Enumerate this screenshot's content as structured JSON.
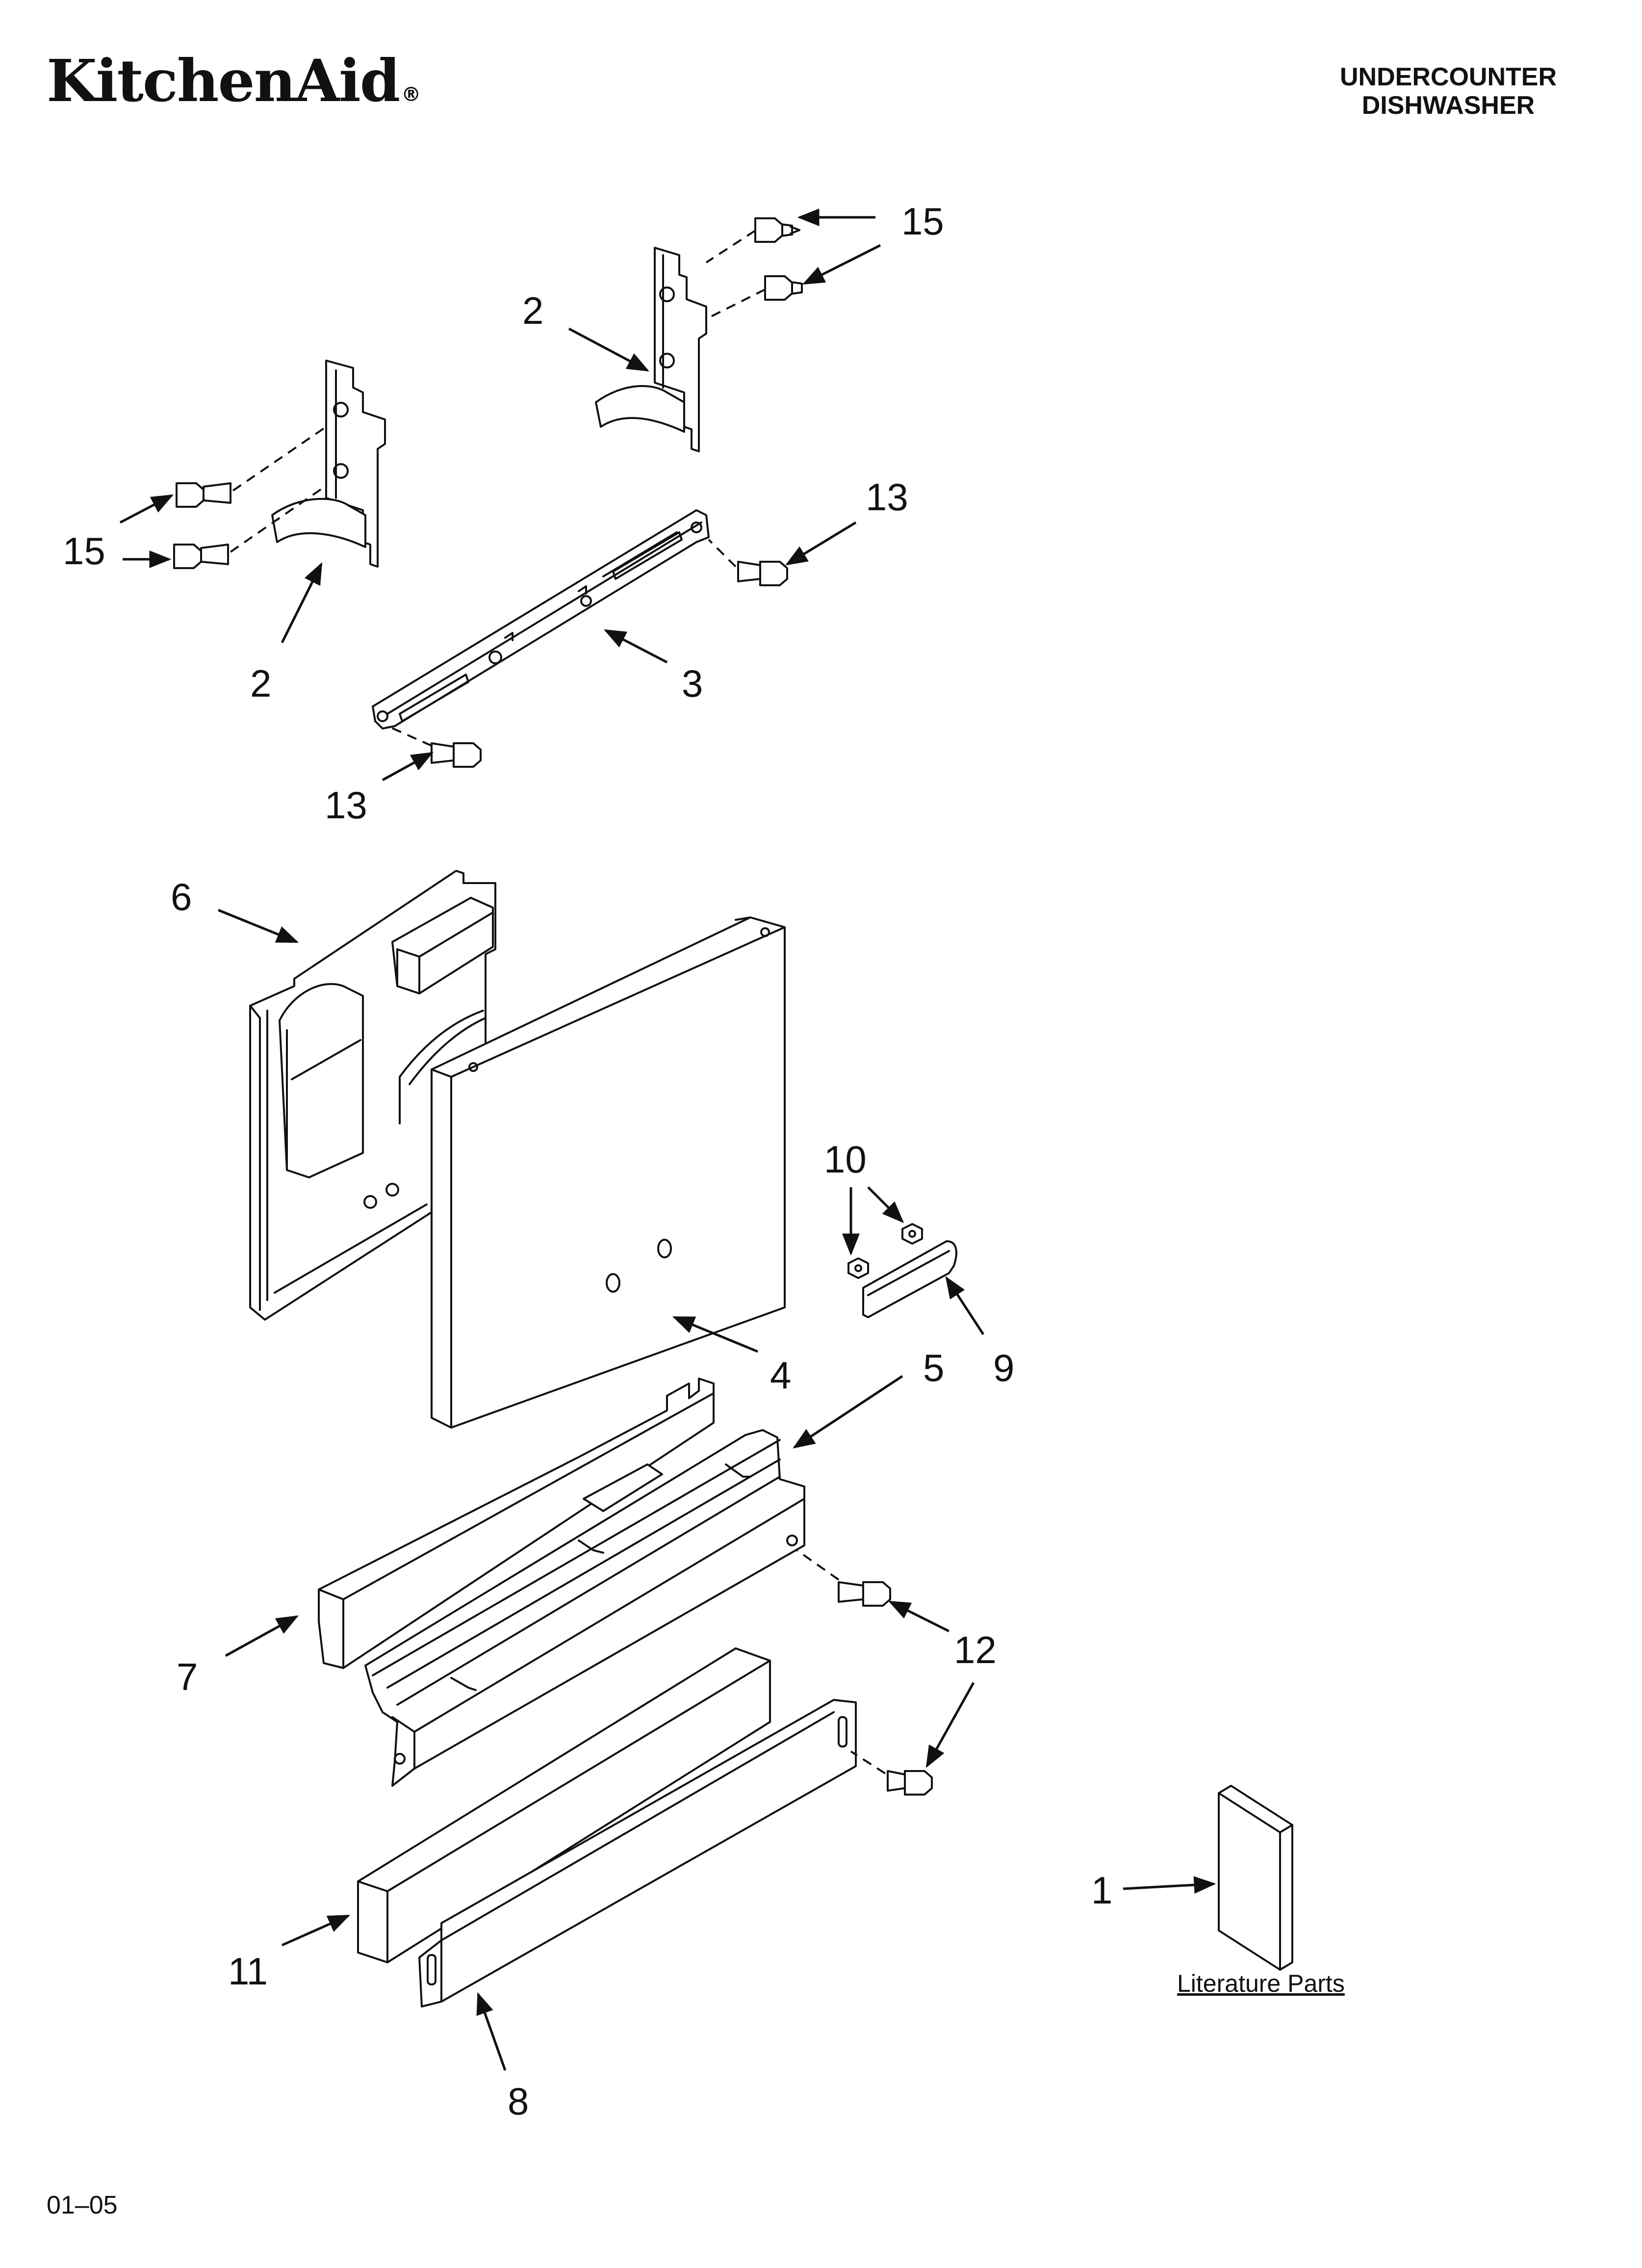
{
  "brand": {
    "name": "KitchenAid",
    "reg": "®"
  },
  "header": {
    "line1": "UNDERCOUNTER",
    "line2": "DISHWASHER"
  },
  "footer": {
    "code": "01–05"
  },
  "callouts": [
    "15",
    "2",
    "15",
    "2",
    "13",
    "3",
    "13",
    "6",
    "10",
    "4",
    "5",
    "9",
    "12",
    "7",
    "1",
    "11",
    "8"
  ],
  "literature_label": "Literature Parts"
}
